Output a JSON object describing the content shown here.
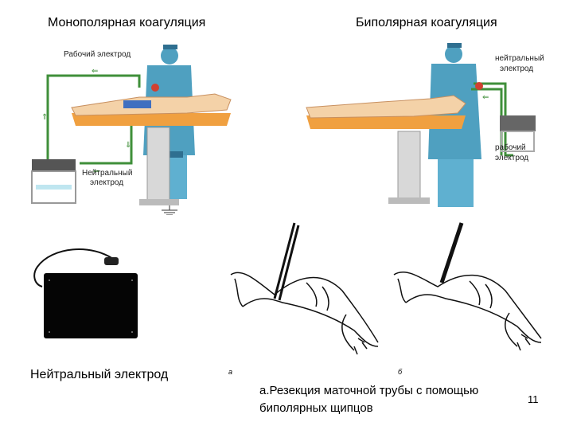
{
  "slide": {
    "title_monopolar": "Монополярная коагуляция",
    "title_bipolar": "Биполярная коагуляция",
    "mono_label_working_electrode": "Рабочий электрод",
    "mono_label_neutral_line1": "Нейтральный",
    "mono_label_neutral_line2": "электрод",
    "bi_label_neutral_line1": "нейтральный",
    "bi_label_neutral_line2": "электрод",
    "bi_label_working_line1": "рабочий",
    "bi_label_working_line2": "электрод",
    "neutral_electrode_caption": "Нейтральный электрод",
    "fig_letter_a": "а",
    "fig_letter_b": "б",
    "resection_caption_line1": "а.Резекция маточной трубы с помощью",
    "resection_caption_line2": "биполярных щипцов",
    "page_number": "11"
  },
  "colors": {
    "wire": "#3f8f3a",
    "gown": "#4fa0c0",
    "mattress": "#f0a040",
    "patient": "#f4d2a8"
  }
}
